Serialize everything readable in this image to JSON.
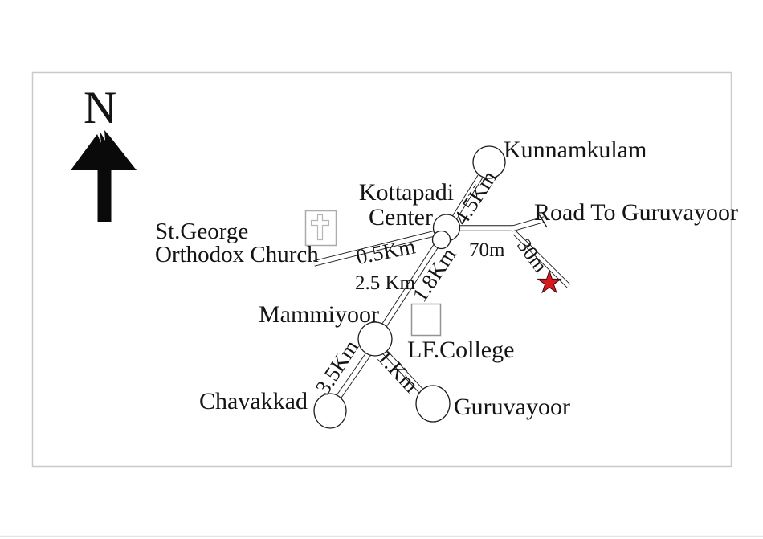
{
  "map": {
    "compass": {
      "label": "N",
      "icon": "north-arrow-icon"
    },
    "places": {
      "kunnamkulam": {
        "label": "Kunnamkulam"
      },
      "kottapadi": {
        "label_line1": "Kottapadi",
        "label_line2": "Center"
      },
      "road_to_guruvayoor": {
        "label": "Road To Guruvayoor"
      },
      "st_george": {
        "label_line1": "St.George",
        "label_line2": "Orthodox Church",
        "icon": "church-cross-icon"
      },
      "mammiyoor": {
        "label": "Mammiyoor"
      },
      "lf_college": {
        "label": "LF.College",
        "icon": "college-building-icon"
      },
      "chavakkad": {
        "label": "Chavakkad"
      },
      "guruvayoor": {
        "label": "Guruvayoor"
      },
      "destination": {
        "icon": "location-star-icon"
      }
    },
    "distances": {
      "kottapadi_to_kunnamkulam": "4.5Km",
      "kottapadi_to_church": "0.5Km",
      "kottapadi_to_main_road": "70m",
      "main_road_to_destination": "30m",
      "middle_note": "2.5 Km",
      "kottapadi_to_mammiyoor": "1.8Km",
      "mammiyoor_to_chavakkad": "3.5Km",
      "mammiyoor_to_guruvayoor": "1.Km"
    },
    "colors": {
      "star_fill": "#d71920",
      "star_outline": "#40090c",
      "road_line": "#1c1c1c",
      "map_border": "#c9c9c9",
      "church_icon_stroke": "#ababab",
      "college_icon_stroke": "#949494",
      "text": "#141414"
    }
  }
}
